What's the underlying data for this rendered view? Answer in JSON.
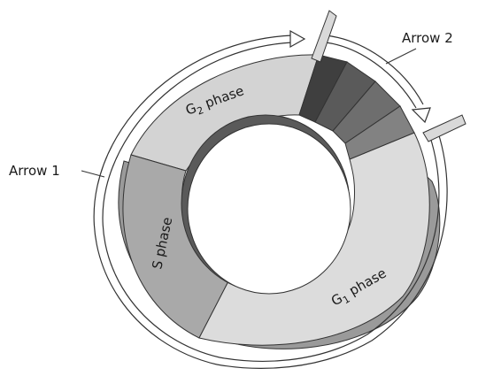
{
  "labels": {
    "g2": {
      "main": "G",
      "sub": "2",
      "rest": " phase"
    },
    "s": {
      "text": "S phase"
    },
    "g1": {
      "main": "G",
      "sub": "1",
      "rest": " phase"
    },
    "arrow1": "Arrow 1",
    "arrow2": "Arrow 2"
  },
  "colors": {
    "g1": "#dcdcdc",
    "g2": "#d3d3d3",
    "s": "#a9a9a9",
    "mitosis": [
      "#3f3f3f",
      "#5a5a5a",
      "#6e6e6e",
      "#828282"
    ],
    "inner_edge": "#5a5a5a",
    "outline": "#333333"
  }
}
